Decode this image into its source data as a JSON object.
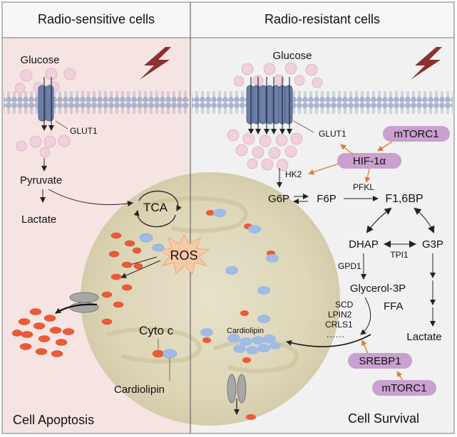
{
  "panels": {
    "left": {
      "title": "Radio-sensitive cells",
      "outcome": "Cell Apoptosis"
    },
    "right": {
      "title": "Radio-resistant cells",
      "outcome": "Cell Survival"
    }
  },
  "left": {
    "glucose": "Glucose",
    "glut1": "GLUT1",
    "pyruvate": "Pyruvate",
    "lactate": "Lactate",
    "tca": "TCA",
    "ros": "ROS",
    "cytoc": "Cyto c",
    "cardiolipin": "Cardiolipin"
  },
  "right": {
    "glucose": "Glucose",
    "glut1": "GLUT1",
    "mtorc1_top": "mTORC1",
    "hif1a": "HIF-1α",
    "hk2": "HK2",
    "pfkl": "PFKL",
    "g6p": "G6P",
    "f6p": "F6P",
    "f16bp": "F1,6BP",
    "dhap": "DHAP",
    "g3p": "G3P",
    "tpi1": "TPI1",
    "gpd1": "GPD1",
    "glycerol3p": "Glycerol-3P",
    "scd": "SCD",
    "lpin2": "LPIN2",
    "crls1": "CRLS1",
    "ffa": "FFA",
    "dots": "......",
    "cardiolipin": "Cardiolipin",
    "lactate": "Lactate",
    "srebp1": "SREBP1",
    "mtorc1_bottom": "mTORC1"
  },
  "colors": {
    "left_bg": "#f6e4e2",
    "right_bg": "#f1f1f1",
    "membrane": "#a9b6d6",
    "transporter": "#6b7fa8",
    "mito": "#d9d2b5",
    "ros": "#f6c9a8",
    "particle_red": "#ec5a36",
    "particle_blue": "#9fbbe6",
    "glucose": "#efd0dc",
    "regulator_pill": "#c9a0cf",
    "regulator_arrow": "#e1783e",
    "lightning": "#8c3030"
  },
  "icons": {
    "radiation": "lightning-bolt-icon"
  }
}
